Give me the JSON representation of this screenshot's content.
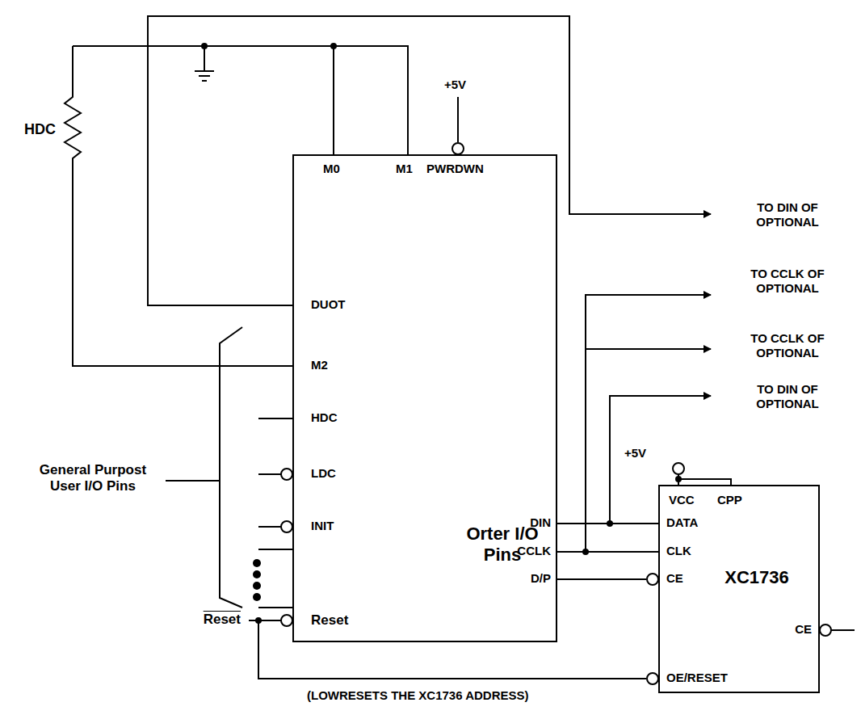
{
  "diagram": {
    "nodes": [
      {
        "text": [
          "Orter I/O Pins"
        ]
      },
      {
        "text": [
          "XC1736"
        ]
      }
    ],
    "edges": [
      {
        "from": 0,
        "to": 1,
        "arrow": "none"
      },
      {
        "from": 0,
        "to": 1,
        "arrow": "none"
      },
      {
        "from": 0,
        "to": 1,
        "arrow": "none"
      },
      {
        "from": 0,
        "to": 1,
        "arrow": "none"
      }
    ],
    "labels": [
      "HDC",
      "+5V",
      "M0",
      "M1",
      "PWRDWN",
      "DUOT",
      "M2",
      "HDC",
      "LDC",
      "INIT",
      "DIN",
      "CCLK",
      "D/P",
      "Reset",
      "TO DIN OF OPTIONAL",
      "TO CCLK OF OPTIONAL",
      "TO CCLK OF OPTIONAL",
      "TO DIN OF OPTIONAL",
      "+5V",
      "VCC",
      "CPP",
      "DATA",
      "CLK",
      "CE",
      "CE",
      "OE/RESET",
      "General Purpost User I/O Pins",
      "Reset",
      "(LOWRESETS THE XC1736 ADDRESS)"
    ]
  }
}
